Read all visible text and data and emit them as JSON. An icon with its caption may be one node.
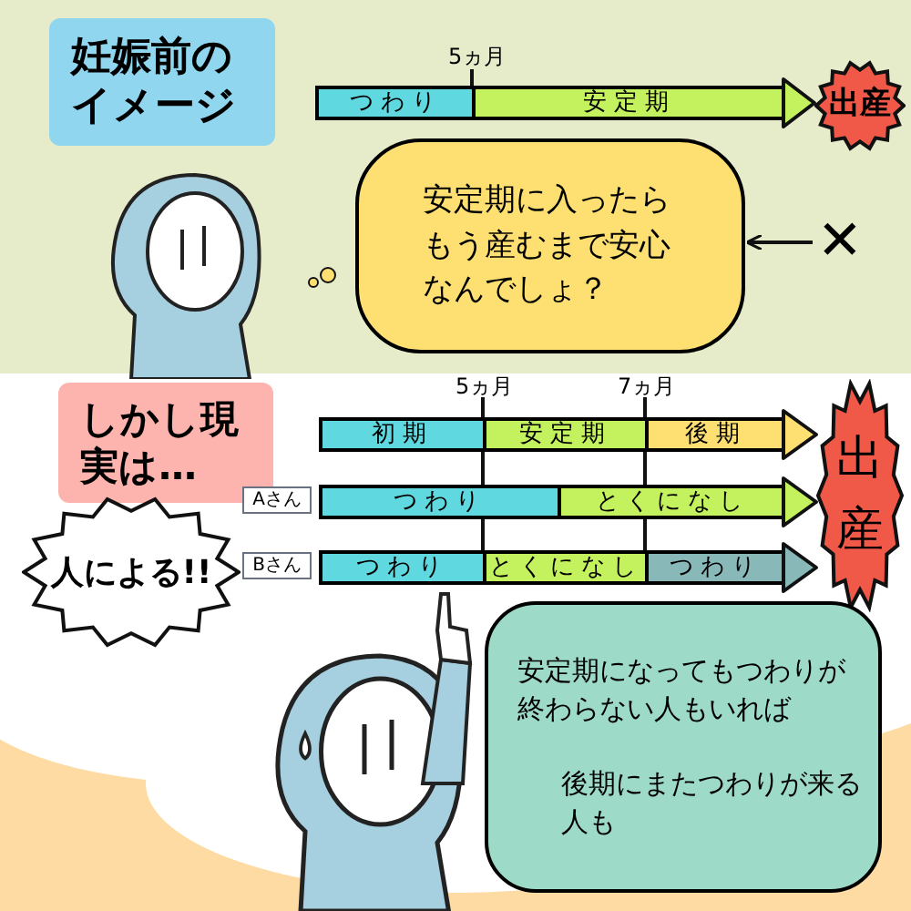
{
  "diagram": {
    "nodes": [
      {
        "text": [
          "妊娠前のイメージ"
        ]
      },
      {
        "text": [
          "つわり"
        ]
      },
      {
        "text": [
          "安定期"
        ]
      },
      {
        "text": [
          "出産"
        ]
      },
      {
        "text": [
          "安定期に入ったらもう産むまで安心なんでしょ？"
        ]
      },
      {
        "text": [
          "しかし現実は…"
        ]
      },
      {
        "text": [
          "人による!!"
        ]
      },
      {
        "text": [
          "初期"
        ]
      },
      {
        "text": [
          "安定期"
        ]
      },
      {
        "text": [
          "後期"
        ]
      },
      {
        "text": [
          "Aさん"
        ]
      },
      {
        "text": [
          "つわり"
        ]
      },
      {
        "text": [
          "とくになし"
        ]
      },
      {
        "text": [
          "Bさん"
        ]
      },
      {
        "text": [
          "つわり"
        ]
      },
      {
        "text": [
          "とくになし"
        ]
      },
      {
        "text": [
          "つわり"
        ]
      },
      {
        "text": [
          "出産"
        ]
      },
      {
        "text": [
          "安定期になってもつわりが終わらない人もいれば",
          "後期にまたつわりが来る人も"
        ]
      },
      {
        "text": [
          "✕"
        ]
      }
    ],
    "edges": [
      {
        "from": 2,
        "to": 3,
        "arrow": "to"
      },
      {
        "from": 9,
        "to": 17,
        "arrow": "to"
      },
      {
        "from": 12,
        "to": 17,
        "arrow": "to"
      },
      {
        "from": 16,
        "to": 17,
        "arrow": "to"
      },
      {
        "from": 19,
        "to": 4,
        "arrow": "to"
      }
    ],
    "labels": [
      "5ヵ月",
      "5ヵ月",
      "7ヵ月"
    ]
  }
}
